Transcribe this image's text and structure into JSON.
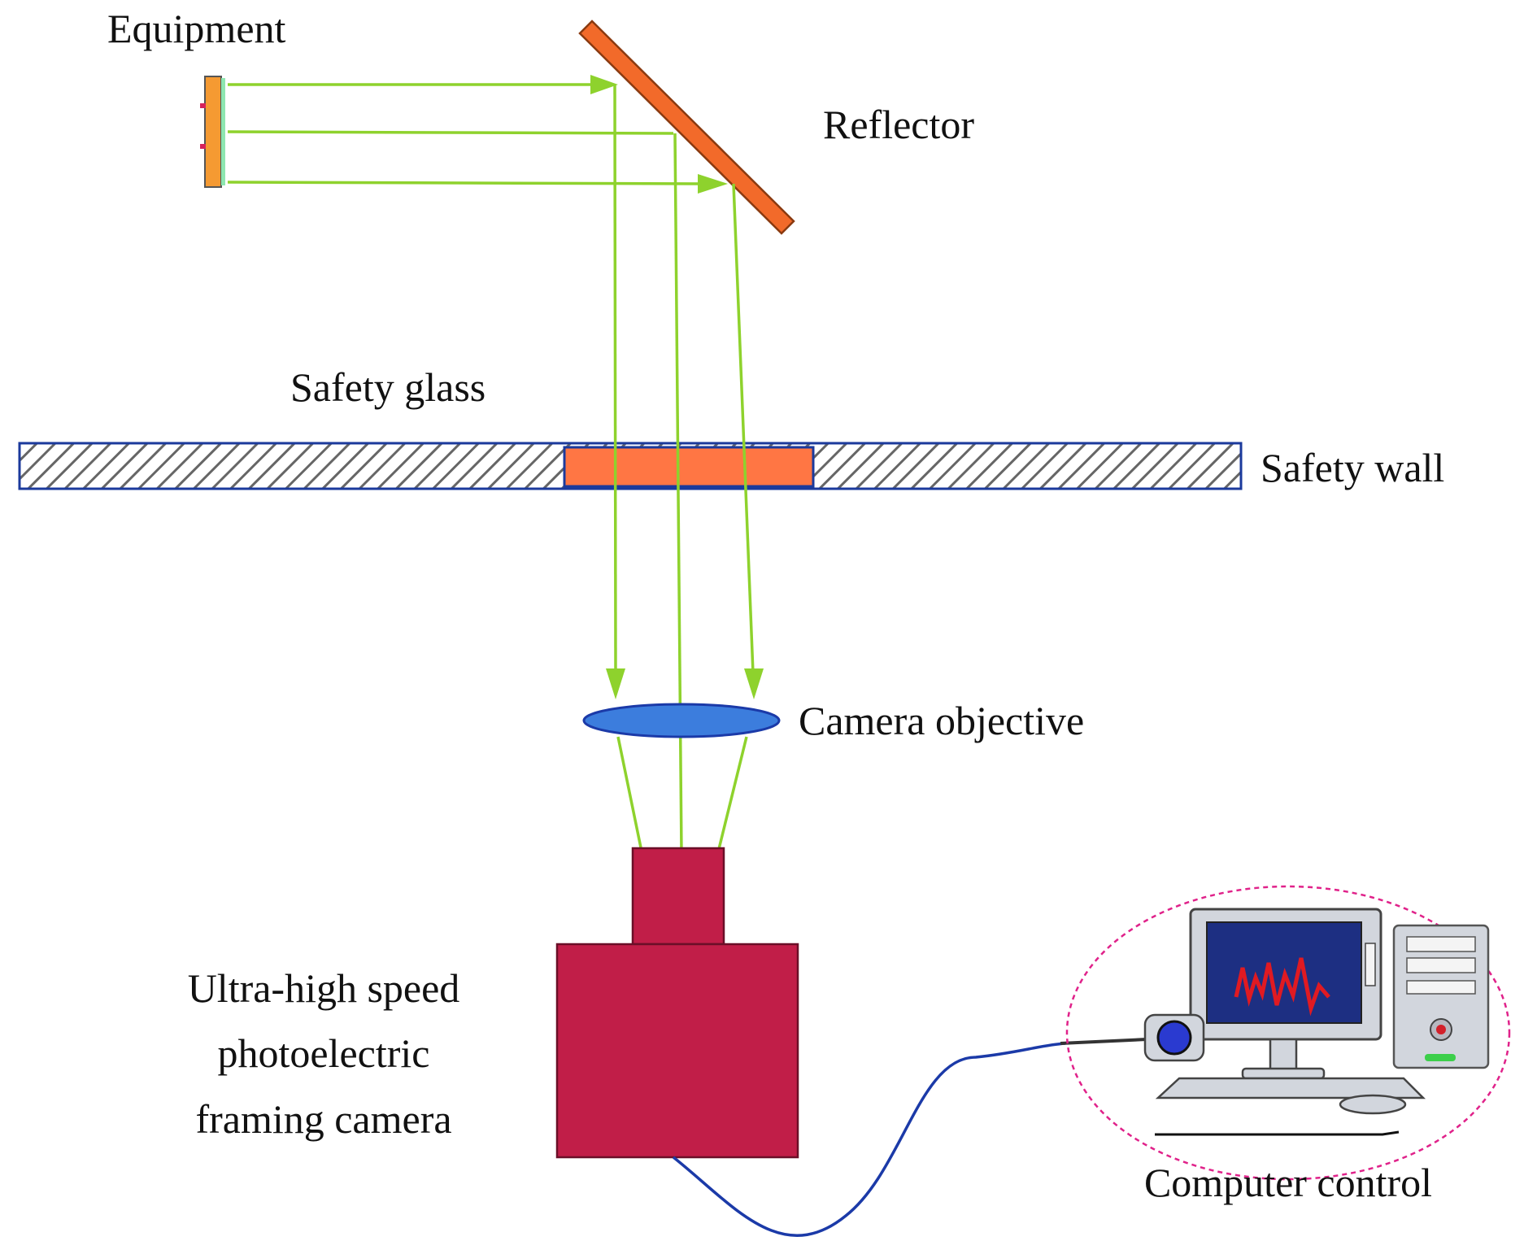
{
  "labels": {
    "equipment": "Equipment",
    "reflector": "Reflector",
    "safety_glass": "Safety glass",
    "safety_wall": "Safety wall",
    "camera_objective": "Camera objective",
    "camera_line1": "Ultra-high speed",
    "camera_line2": "photoelectric",
    "camera_line3": "framing camera",
    "computer_control": "Computer control"
  },
  "colors": {
    "beam": "#8ed22d",
    "reflector": "#f26a2a",
    "safety_glass": "#ff7644",
    "wall_border": "#1b3a9c",
    "wall_hatch": "#666666",
    "lens": "#3c7ddd",
    "camera": "#c11e48",
    "cable": "#1b3aa8",
    "computer_outline": "#e0228a"
  }
}
